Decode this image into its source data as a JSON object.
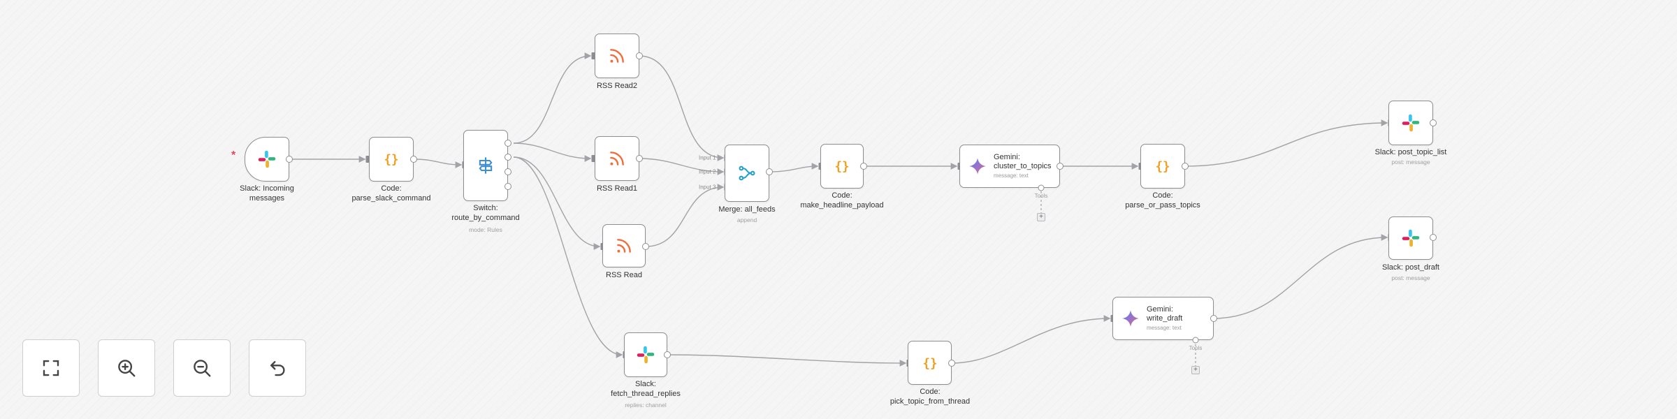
{
  "colors": {
    "edge": "#a3a3a7",
    "node_border": "#8e8e92",
    "rss_orange": "#f26b3a",
    "code_orange": "#f0a020",
    "switch_blue": "#3d8fd1",
    "merge_teal": "#29a0c7",
    "trigger_star": "#e0475a"
  },
  "nodes": {
    "slack_trigger": {
      "icon": "slack-icon",
      "label": "Slack: Incoming messages"
    },
    "parse_slack": {
      "icon": "code-icon",
      "label": "Code: parse_slack_command"
    },
    "switch": {
      "icon": "signpost-icon",
      "label": "Switch: route_by_command",
      "sub": "mode: Rules"
    },
    "rss2": {
      "icon": "rss-icon",
      "label": "RSS Read2"
    },
    "rss1": {
      "icon": "rss-icon",
      "label": "RSS Read1"
    },
    "rss": {
      "icon": "rss-icon",
      "label": "RSS Read"
    },
    "merge": {
      "icon": "merge-icon",
      "label": "Merge: all_feeds",
      "sub": "append",
      "inputs": [
        "Input 1",
        "Input 2",
        "Input 3"
      ]
    },
    "make_payload": {
      "icon": "code-icon",
      "label": "Code: make_headline_payload"
    },
    "gemini_cluster": {
      "icon": "gemini-icon",
      "title": "Gemini: cluster_to_topics",
      "sub": "message: text",
      "tools": "Tools"
    },
    "parse_topics": {
      "icon": "code-icon",
      "label": "Code: parse_or_pass_topics"
    },
    "slack_topic_list": {
      "icon": "slack-icon",
      "label": "Slack: post_topic_list",
      "sub": "post: message"
    },
    "fetch_thread": {
      "icon": "slack-icon",
      "label": "Slack: fetch_thread_replies",
      "sub": "replies: channel"
    },
    "pick_topic": {
      "icon": "code-icon",
      "label": "Code: pick_topic_from_thread"
    },
    "gemini_write": {
      "icon": "gemini-icon",
      "title": "Gemini: write_draft",
      "sub": "message: text",
      "tools": "Tools"
    },
    "slack_draft": {
      "icon": "slack-icon",
      "label": "Slack: post_draft",
      "sub": "post: message"
    }
  },
  "controls": {
    "fit": {
      "icon": "fit-view-icon"
    },
    "zoom_in": {
      "icon": "zoom-in-icon"
    },
    "zoom_out": {
      "icon": "zoom-out-icon"
    },
    "reset": {
      "icon": "undo-icon"
    }
  },
  "add_symbol": "+",
  "trigger_marker": "*"
}
